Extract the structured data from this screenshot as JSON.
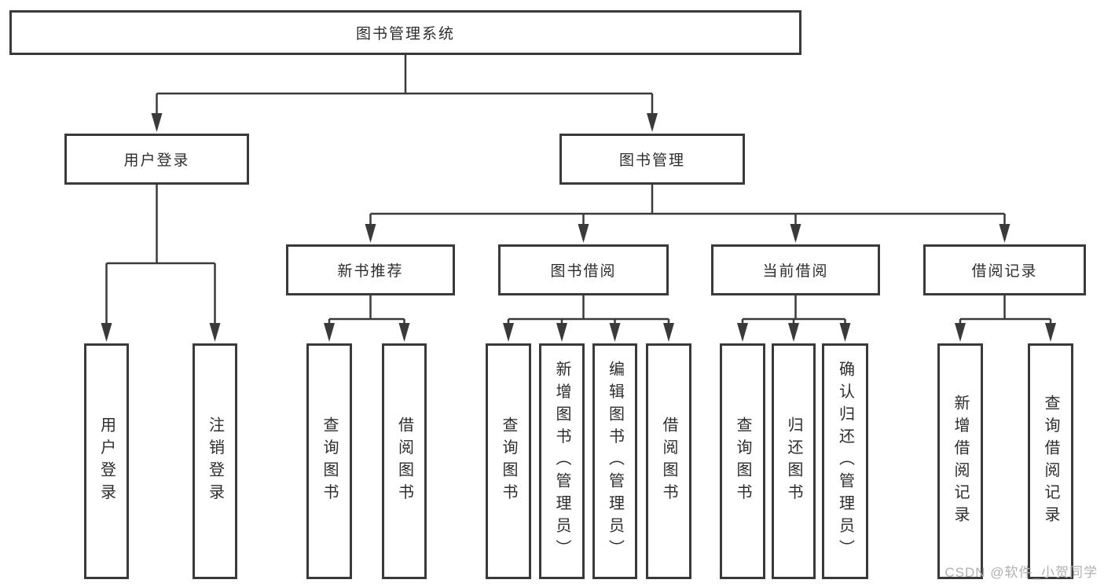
{
  "diagram": {
    "title": "图书管理系统",
    "root": {
      "label": "图书管理系统"
    },
    "level1": [
      {
        "label": "用户登录"
      },
      {
        "label": "图书管理"
      }
    ],
    "level2": [
      {
        "label": "新书推荐",
        "parent": "图书管理"
      },
      {
        "label": "图书借阅",
        "parent": "图书管理"
      },
      {
        "label": "当前借阅",
        "parent": "图书管理"
      },
      {
        "label": "借阅记录",
        "parent": "图书管理"
      }
    ],
    "leaves": [
      {
        "label": "用户登录",
        "parent": "用户登录"
      },
      {
        "label": "注销登录",
        "parent": "用户登录"
      },
      {
        "label": "查询图书",
        "parent": "新书推荐"
      },
      {
        "label": "借阅图书",
        "parent": "新书推荐"
      },
      {
        "label": "查询图书",
        "parent": "图书借阅"
      },
      {
        "label": "新增图书（管理员）",
        "parent": "图书借阅"
      },
      {
        "label": "编辑图书（管理员）",
        "parent": "图书借阅"
      },
      {
        "label": "借阅图书",
        "parent": "图书借阅"
      },
      {
        "label": "查询图书",
        "parent": "当前借阅"
      },
      {
        "label": "归还图书",
        "parent": "当前借阅"
      },
      {
        "label": "确认归还（管理员）",
        "parent": "当前借阅"
      },
      {
        "label": "新增借阅记录",
        "parent": "借阅记录"
      },
      {
        "label": "查询借阅记录",
        "parent": "借阅记录"
      }
    ]
  },
  "watermark": {
    "text": "CSDN @软件_小贺同学"
  },
  "colors": {
    "line": "#3a3a3a",
    "box_border": "#3a3a3a",
    "box_background": "#ffffff",
    "text": "#2d2d2d",
    "watermark": "#b0b0b0",
    "page_background": "#ffffff"
  }
}
